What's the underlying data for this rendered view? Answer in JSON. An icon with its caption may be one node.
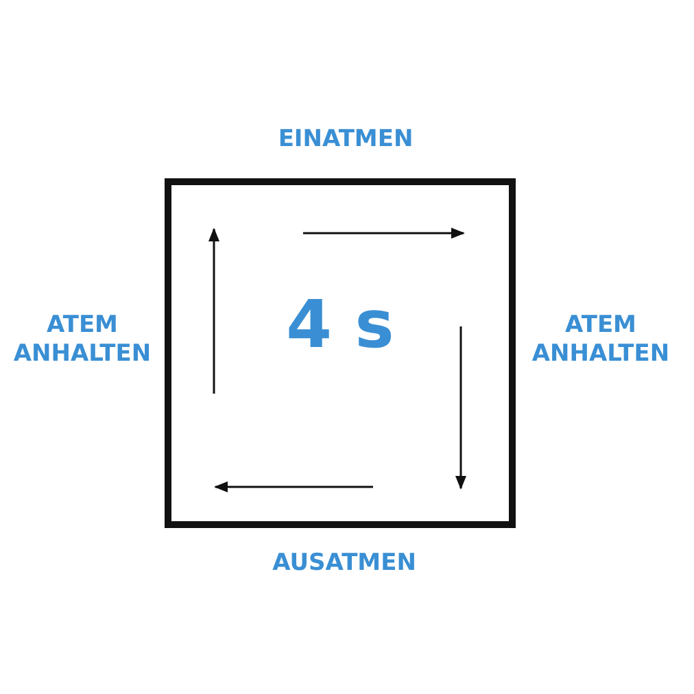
{
  "diagram": {
    "nodes": [
      {
        "text": [
          "4 s"
        ]
      }
    ],
    "labels": [
      "EINATMEN",
      "ATEM ANHALTEN",
      "ATEM ANHALTEN",
      "AUSATMEN"
    ]
  }
}
